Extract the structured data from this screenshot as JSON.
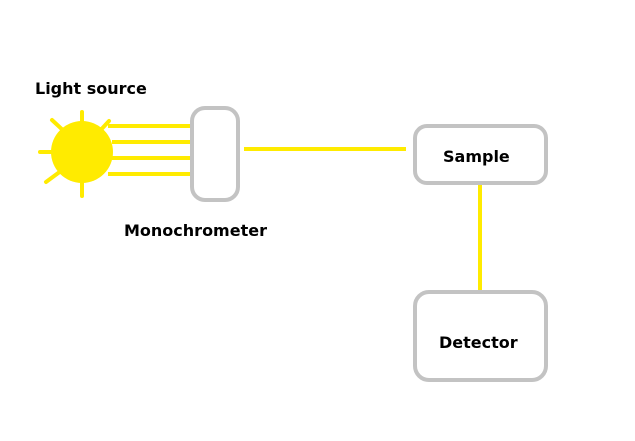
{
  "labels": {
    "light_source": "Light source",
    "monochrometer": "Monochrometer",
    "sample": "Sample",
    "detector": "Detector"
  },
  "colors": {
    "beam": "#FFEB00",
    "sun": "#FFEB00",
    "box_stroke": "#C3C3C3",
    "text": "#000000",
    "background": "#FFFFFF"
  },
  "icons": {
    "light_source": "sun-icon"
  }
}
